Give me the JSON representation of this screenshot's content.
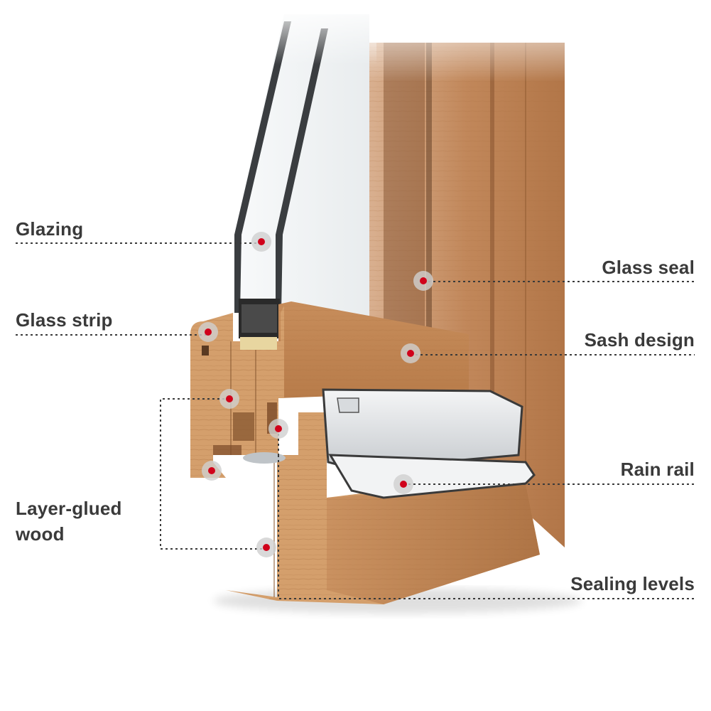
{
  "diagram": {
    "callouts_left": [
      {
        "id": "glazing",
        "text": "Glazing"
      },
      {
        "id": "glass-strip",
        "text": "Glass strip"
      },
      {
        "id": "layer-glued-wood",
        "text": "Layer-glued wood"
      }
    ],
    "callouts_right": [
      {
        "id": "glass-seal",
        "text": "Glass seal"
      },
      {
        "id": "sash-design",
        "text": "Sash design"
      },
      {
        "id": "rain-rail",
        "text": "Rain rail"
      },
      {
        "id": "sealing-levels",
        "text": "Sealing levels"
      }
    ],
    "colors": {
      "label_text": "#3a3a3a",
      "leader_line": "#3a3a3a",
      "marker_dot": "#d0021b",
      "marker_halo": "#cfcfcf",
      "wood_light": "#c98f5a",
      "wood_dark": "#9c6436",
      "aluminium": "#e6e8ea",
      "glass": "#eef1f3"
    }
  }
}
